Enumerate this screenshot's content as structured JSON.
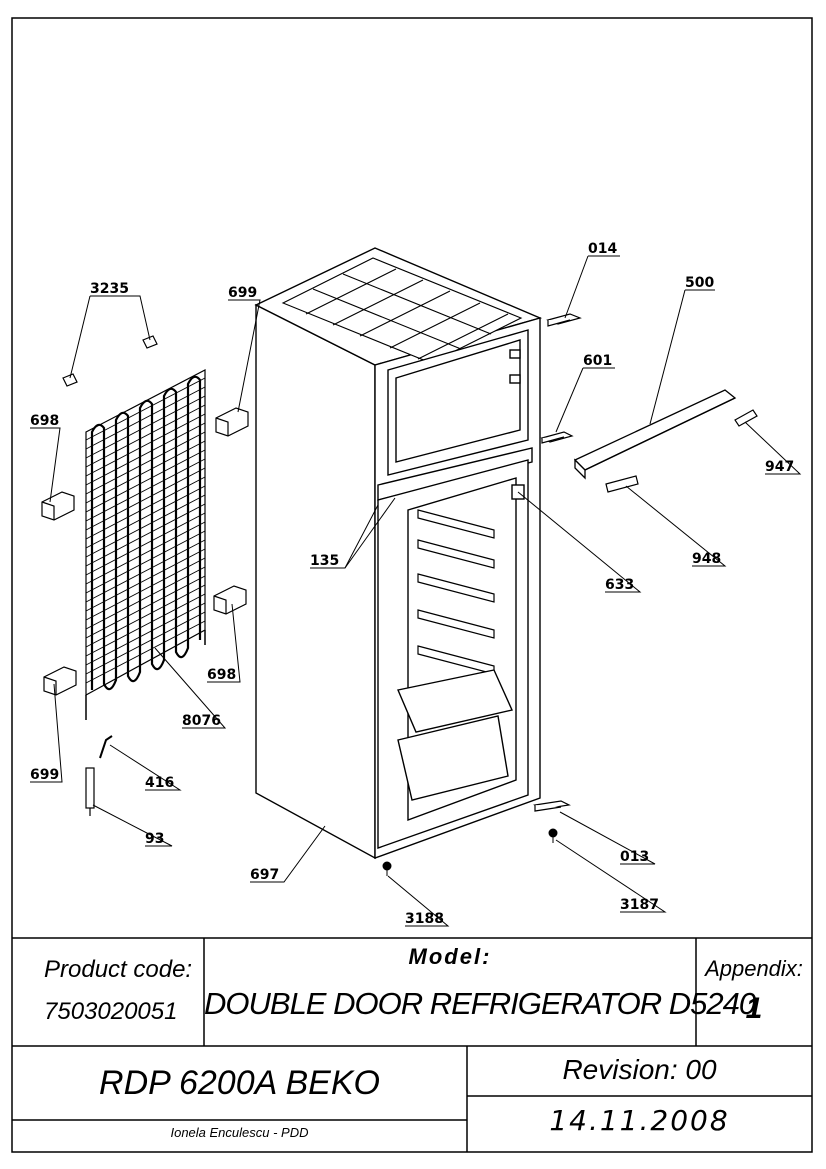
{
  "drawing": {
    "callouts": {
      "c3235": "3235",
      "c699a": "699",
      "c014": "014",
      "c500": "500",
      "c698a": "698",
      "c601": "601",
      "c947": "947",
      "c135": "135",
      "c633": "633",
      "c948": "948",
      "c698b": "698",
      "c8076": "8076",
      "c699b": "699",
      "c416": "416",
      "c93": "93",
      "c013": "013",
      "c697": "697",
      "c3187": "3187",
      "c3188": "3188"
    }
  },
  "title_block": {
    "product_code_label": "Product code:",
    "product_code_value": "7503020051",
    "model_label": "Model:",
    "model_value": "DOUBLE DOOR REFRIGERATOR D5240",
    "appendix_label": "Appendix:",
    "appendix_value": "1",
    "product_name": "RDP 6200A BEKO",
    "revision": "Revision: 00",
    "date": "14.11.2008",
    "author": "Ionela Enculescu - PDD"
  }
}
